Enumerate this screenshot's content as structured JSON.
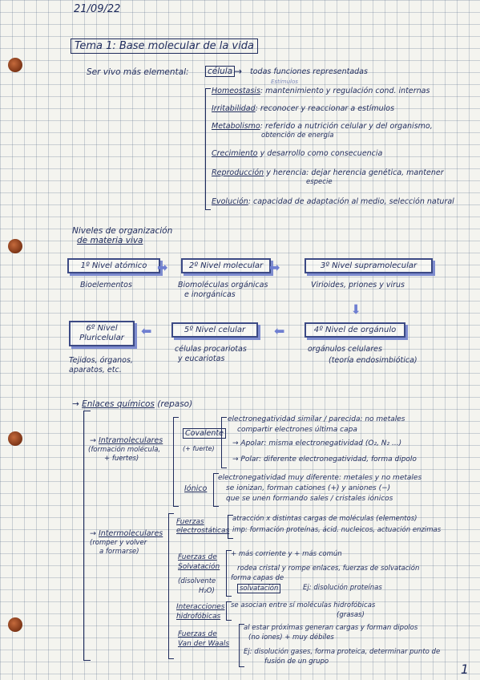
{
  "date": "21/09/22",
  "title": "Tema 1: Base molecular de la vida",
  "intro": {
    "ser_vivo": "Ser vivo más elemental:",
    "celula": "célula",
    "funciones": "todas funciones representadas",
    "estimulos_note": "Estímulos"
  },
  "funciones": [
    {
      "term": "Homeostasis",
      "desc": ": mantenimiento y regulación cond. internas"
    },
    {
      "term": "Irritabilidad",
      "desc": ": reconocer y reaccionar a estímulos"
    },
    {
      "term": "Metabolismo",
      "desc": ": referido a nutrición celular y del organismo,",
      "desc2": "obtención de energía"
    },
    {
      "term": "Crecimiento",
      "desc": "y desarrollo como consecuencia"
    },
    {
      "term": "Reproducción",
      "desc": "y herencia: dejar herencia genética, mantener",
      "desc2": "especie"
    },
    {
      "term": "Evolución",
      "desc": ": capacidad de adaptación al medio, selección natural"
    }
  ],
  "niveles": {
    "heading1": "Niveles de organización",
    "heading2": "de materia viva",
    "boxes": [
      {
        "label": "1º Nivel atómico",
        "desc": "Bioelementos"
      },
      {
        "label": "2º Nivel molecular",
        "desc": "Biomoléculas orgánicas",
        "desc2": "e inorgánicas"
      },
      {
        "label": "3º Nivel supramolecular",
        "desc": "Virioides, priones y virus"
      },
      {
        "label": "4º Nivel de orgánulo",
        "desc": "orgánulos celulares",
        "desc2": "(teoría endosimbiótica)"
      },
      {
        "label": "5º Nivel celular",
        "desc": "células procariotas",
        "desc2": "y eucariotas"
      },
      {
        "label": "6º Nivel",
        "label2": "Pluricelular",
        "desc": "Tejidos, órganos,",
        "desc2": "aparatos, etc."
      }
    ]
  },
  "enlaces": {
    "heading": "Enlaces químicos",
    "repaso": "(repaso)",
    "intra": {
      "label": "Intramoleculares",
      "sub1": "(formación molécula,",
      "sub2": "+ fuertes)"
    },
    "covalente": {
      "label": "Covalente",
      "sub": "(+ fuerte)",
      "lines": [
        "electronegatividad similar / parecida: no metales",
        "compartir electrones última capa",
        "Apolar: misma electronegatividad (O₂, N₂ ...)",
        "Polar: diferente electronegatividad, forma dipolo"
      ]
    },
    "ionico": {
      "label": "Iónico",
      "lines": [
        "electronegatividad muy diferente: metales y no metales",
        "se ionizan, forman cationes (+) y aniones (−)",
        "que se unen formando sales / cristales iónicos"
      ]
    },
    "inter": {
      "label": "Intermoleculares",
      "sub1": "(romper y volver",
      "sub2": "a formarse)"
    },
    "electrostaticas": {
      "label1": "Fuerzas",
      "label2": "electrostáticas",
      "lines": [
        "atracción x distintas cargas de moléculas (elementos)",
        "imp: formación proteínas, ácid. nucleicos, actuación enzimas"
      ]
    },
    "solvatacion": {
      "label1": "Fuerzas de",
      "label2": "Solvatación",
      "sub1": "(disolvente",
      "sub2": "H₂O)",
      "lines": [
        "+ más corriente y + más común",
        "rodea cristal y rompe enlaces, fuerzas de solvatación",
        "forma capas de",
        "solvatación",
        "disolución proteínas"
      ]
    },
    "hidrofobicas": {
      "label1": "Interacciones",
      "label2": "hidrofóbicas",
      "lines": [
        "se asocian entre sí moléculas hidrofóbicas",
        "(grasas)"
      ]
    },
    "vanderwaals": {
      "label1": "Fuerzas de",
      "label2": "Van der Waals",
      "lines": [
        "al estar próximas generan cargas y forman dipolos",
        "(no iones) + muy débiles",
        "Ej: disolución gases, forma proteica, determinar punto de",
        "fusión de un grupo"
      ]
    }
  },
  "page_number": "1"
}
